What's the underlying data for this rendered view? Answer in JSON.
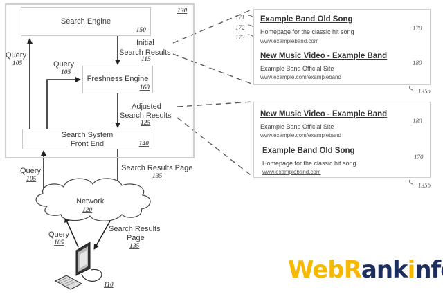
{
  "diagram": {
    "system": {
      "ref": "130"
    },
    "search_engine": {
      "label": "Search Engine",
      "ref": "150"
    },
    "freshness_engine": {
      "label": "Freshness Engine",
      "ref": "160"
    },
    "front_end": {
      "label_line1": "Search System",
      "label_line2": "Front End",
      "ref": "140"
    },
    "network": {
      "label": "Network",
      "ref": "120"
    },
    "client": {
      "ref": "110"
    },
    "arrows": {
      "query_top": {
        "label": "Query",
        "ref": "105"
      },
      "query_fresh": {
        "label": "Query",
        "ref": "105"
      },
      "initial_results": {
        "label_line1": "Initial",
        "label_line2": "Search Results",
        "ref": "115"
      },
      "adjusted_results": {
        "label_line1": "Adjusted",
        "label_line2": "Search Results",
        "ref": "125"
      },
      "query_network": {
        "label": "Query",
        "ref": "105"
      },
      "results_page_network": {
        "label": "Search Results Page",
        "ref": "135"
      },
      "query_client": {
        "label": "Query",
        "ref": "105"
      },
      "results_page_client": {
        "label_line1": "Search Results",
        "label_line2": "Page",
        "ref": "135"
      }
    },
    "serp_a": {
      "ref": "135a",
      "results": [
        {
          "title": "Example Band Old Song",
          "snippet": "Homepage for the classic hit song",
          "url": "www.exampleband.com",
          "ref": "170",
          "part_refs": [
            "171",
            "172",
            "173"
          ]
        },
        {
          "title": "New Music Video - Example Band",
          "snippet": "Example Band Official Site",
          "url": "www.example.com/exampleband",
          "ref": "180"
        }
      ]
    },
    "serp_b": {
      "ref": "135b",
      "results": [
        {
          "title": "New Music Video - Example Band",
          "snippet": "Example Band Official Site",
          "url": "www.example.com/exampleband",
          "ref": "180"
        },
        {
          "title": "Example Band Old Song",
          "snippet": "Homepage for the classic hit song",
          "url": "www.exampleband.com",
          "ref": "170"
        }
      ]
    }
  },
  "watermark": {
    "part1": "Web",
    "part2": "R",
    "part3": "ank",
    "part4": "i",
    "part5": "nfo"
  }
}
